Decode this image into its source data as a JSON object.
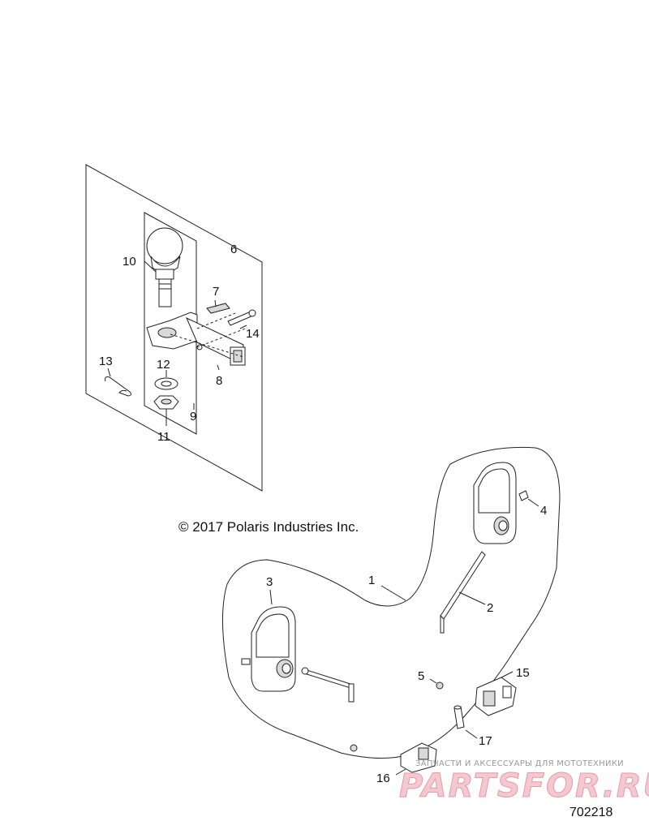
{
  "callouts": {
    "c1": "1",
    "c2": "2",
    "c3": "3",
    "c4": "4",
    "c5": "5",
    "c6": "6",
    "c7": "7",
    "c8": "8",
    "c9": "9",
    "c10": "10",
    "c11": "11",
    "c12": "12",
    "c13": "13",
    "c14": "14",
    "c15": "15",
    "c16": "16",
    "c17": "17"
  },
  "copyright": "© 2017 Polaris Industries Inc.",
  "figure_number": "702218",
  "watermark": {
    "tagline": "ЗАПЧАСТИ И АКСЕССУАРЫ ДЛЯ МОТОТЕХНИКИ",
    "brand": "PARTSFOR.RU"
  }
}
